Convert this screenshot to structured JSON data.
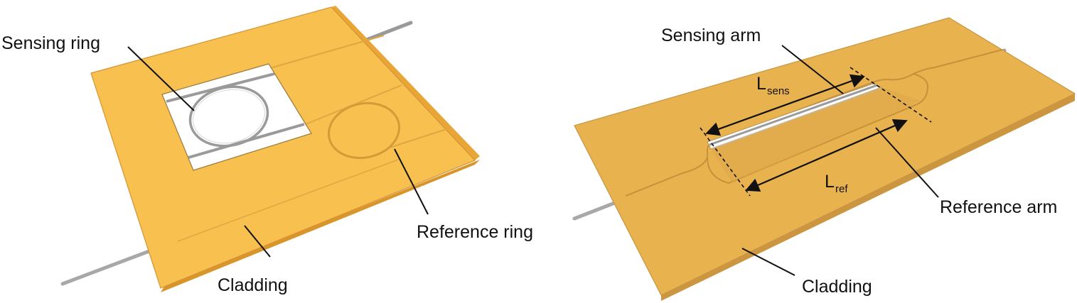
{
  "left_panel": {
    "labels": {
      "sensing_ring": "Sensing ring",
      "reference_ring": "Reference ring",
      "cladding": "Cladding"
    }
  },
  "right_panel": {
    "labels": {
      "sensing_arm": "Sensing arm",
      "reference_arm": "Reference arm",
      "cladding": "Cladding",
      "l_sens_main": "L",
      "l_sens_sub": "sens",
      "l_ref_main": "L",
      "l_ref_sub": "ref"
    }
  },
  "colors": {
    "cladding_left_top": "#F7C04F",
    "cladding_right_top": "#E8B24E",
    "cladding_edge": "#D9952A",
    "opening": "#FFFFFF",
    "waveguide": "#C9C9C9",
    "leader_line": "#111111"
  }
}
